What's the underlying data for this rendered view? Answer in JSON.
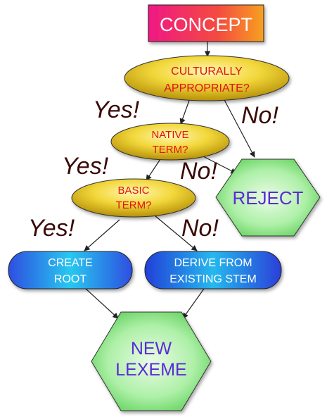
{
  "nodes": {
    "concept": {
      "label": "CONCEPT"
    },
    "culturally_appropriate": {
      "line1": "CULTURALLY",
      "line2": "APPROPRIATE?"
    },
    "native_term": {
      "line1": "NATIVE",
      "line2": "TERM?"
    },
    "basic_term": {
      "line1": "BASIC",
      "line2": "TERM?"
    },
    "reject": {
      "label": "REJECT"
    },
    "create_root": {
      "line1": "CREATE",
      "line2": "ROOT"
    },
    "derive_from_existing_stem": {
      "line1": "DERIVE FROM",
      "line2": "EXISTING STEM"
    },
    "new_lexeme": {
      "line1": "NEW",
      "line2": "LEXEME"
    }
  },
  "edge_labels": {
    "culturally_yes": "Yes!",
    "culturally_no": "No!",
    "native_yes": "Yes!",
    "native_no": "No!",
    "basic_yes": "Yes!",
    "basic_no": "No!"
  },
  "colors": {
    "decision_text": "#e0101a",
    "action_text": "#ffffff",
    "hexagon_text": "#5a2ad8",
    "concept_text": "#ffffff",
    "edge_label": "#3a0a06",
    "edge": "#222222"
  }
}
